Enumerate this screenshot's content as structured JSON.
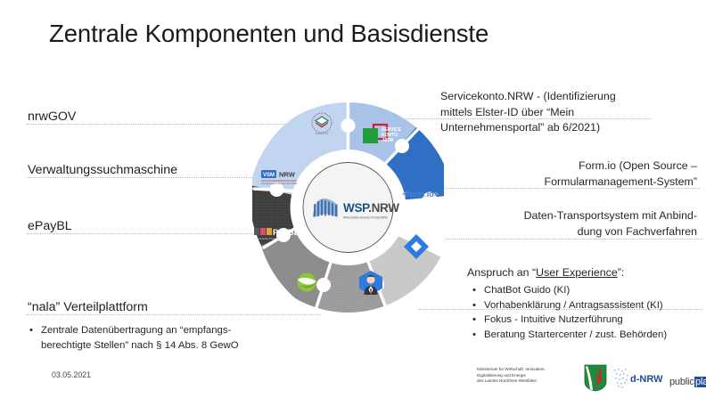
{
  "slide": {
    "title": "Zentrale Komponenten und Basisdienste",
    "date": "03.05.2021"
  },
  "left_labels": [
    {
      "id": "nrwgov",
      "text": "nrwGOV"
    },
    {
      "id": "verwaltungssuchmaschine",
      "text": "Verwaltungssuchmaschine"
    },
    {
      "id": "epaybl",
      "text": "ePayBL"
    },
    {
      "id": "nala",
      "text": "“nala” Verteilplattform"
    }
  ],
  "nala_bullets": [
    "Zentrale Datenübertragung  an “empfangs-",
    "berechtigte Stellen” nach § 14 Abs. 8 GewO"
  ],
  "right_blocks": {
    "servicekonto": [
      "Servicekonto.NRW - (Identifizierung",
      "mittels Elster-ID über “Mein",
      "Unternehmensportal” ab 6/2021)"
    ],
    "formio": [
      "Form.io (Open Source –",
      "Formularmanagement-System”"
    ],
    "transport": [
      "Daten-Transportsystem mit Anbind-",
      "dung von Fachverfahren"
    ],
    "ux_heading_prefix": "Anspruch an “",
    "ux_heading_underlined": "User Experience",
    "ux_heading_suffix": "”:",
    "ux_bullets": [
      "ChatBot Guido (KI)",
      "Vorhabenklärung / Antragsassistent (KI)",
      "Fokus - Intuitive Nutzerführung",
      "Beratung Startercenter / zust. Behörden)"
    ],
    "bullet_glyph": "•"
  },
  "wheel": {
    "center_logo_title": "WSP.NRW",
    "center_logo_subtitle": "Wirtschafts-Service-Portal.NRW",
    "segments": [
      {
        "id": "nrwgov",
        "label": "nrwGOV",
        "color": "#a9c3e8"
      },
      {
        "id": "servicekonto",
        "label": "SERVICE KONTO .NRW",
        "color": "#2f6fc4"
      },
      {
        "id": "formio",
        "label": "<form.io>",
        "color": "#ffffff"
      },
      {
        "id": "transport",
        "label": "Daten-Transport",
        "color": "#c9c9c9"
      },
      {
        "id": "ux",
        "label": "User Experience",
        "color": "#9a9a9a"
      },
      {
        "id": "nala",
        "label": "nala",
        "color": "#8d8d8d"
      },
      {
        "id": "epaybl",
        "label": "ePayBL",
        "color": "#3d3d3d"
      },
      {
        "id": "vsm",
        "label": "VSM NRW",
        "color": "#c2d5f0"
      }
    ],
    "segment_texts": {
      "servicekonto_l1": "SERVICE",
      "servicekonto_l2": "KONTO",
      "servicekonto_l3": ".NRW",
      "formio": "<form.io>",
      "vsm_a": "VSM",
      "vsm_b": "NRW",
      "epaybl": "PayBL",
      "nrwgov_caption": "nrwGOV"
    }
  },
  "footer": {
    "ministry_lines": [
      "Ministerium für Wirtschaft, Innovation,",
      "Digitalisierung und Energie",
      "des Landes Nordrhein-Westfalen"
    ],
    "dnrw_label": "d-NRW",
    "publicplan_1": "public",
    "publicplan_2": "plan",
    "publicplan_3": "."
  }
}
